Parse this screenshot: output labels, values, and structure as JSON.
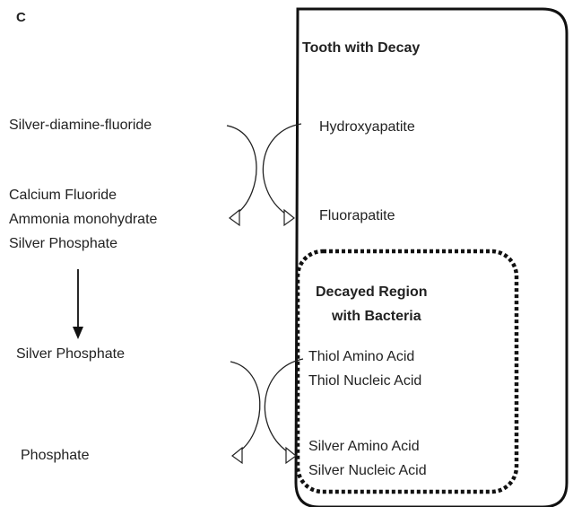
{
  "panel_label": "C",
  "tooth_box": {
    "title": "Tooth with Decay"
  },
  "left_column": {
    "reactant": "Silver-diamine-fluoride",
    "products": [
      "Calcium Fluoride",
      "Ammonia monohydrate",
      "Silver Phosphate"
    ],
    "silver_phosphate": "Silver Phosphate",
    "phosphate": "Phosphate"
  },
  "right_column": {
    "hydroxyapatite": "Hydroxyapatite",
    "fluorapatite": "Fluorapatite"
  },
  "decayed_region": {
    "title_line1": "Decayed Region",
    "title_line2": "with Bacteria",
    "thiol_amino": "Thiol Amino Acid",
    "thiol_nucleic": "Thiol Nucleic Acid",
    "silver_amino": "Silver Amino Acid",
    "silver_nucleic": "Silver Nucleic Acid"
  }
}
